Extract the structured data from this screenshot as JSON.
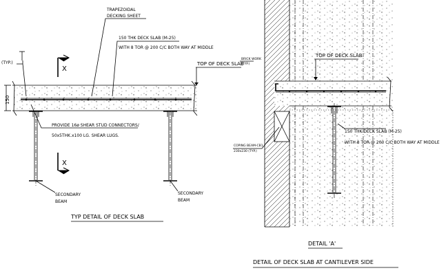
{
  "left_detail": {
    "trapezoidal_1": "TRAPEZOIDAL",
    "trapezoidal_2": "DECKING SHEET",
    "slab_spec_1": "150 THK DECK SLAB (M-25)",
    "slab_spec_2": "WITH 8 TOR @ 200 C/C BOTH WAY AT MIDDLE",
    "top_of_deck": "TOP OF DECK SLAB",
    "brick_work": "BRICK WORK",
    "brick_typ": "(TYP.)",
    "typ_label": "(TYP.)",
    "dimension": "150",
    "section_mark": "X",
    "shear_stud_1": "PROVIDE 16ø SHEAR STUD CONNECTORS/",
    "shear_stud_2": "50x5THK.x100 LG. SHEAR LUGS.",
    "secondary_beam_1": "SECONDARY",
    "secondary_beam_2": "BEAM",
    "title": "TYP DETAIL OF DECK SLAB"
  },
  "right_detail": {
    "top_of_deck": "TOP OF DECK SLAB",
    "coping_1": "COPING BEAM-CB1",
    "coping_2": "230x230 (TYP.)",
    "slab_spec_1": "150 THK DECK SLAB (M-25)",
    "slab_spec_2": "WITH 8 TOR @ 200 C/C BOTH WAY AT MIDDLE",
    "detail_label": "DETAIL 'A'",
    "title": "DETAIL OF DECK SLAB AT CANTILEVER SIDE"
  }
}
